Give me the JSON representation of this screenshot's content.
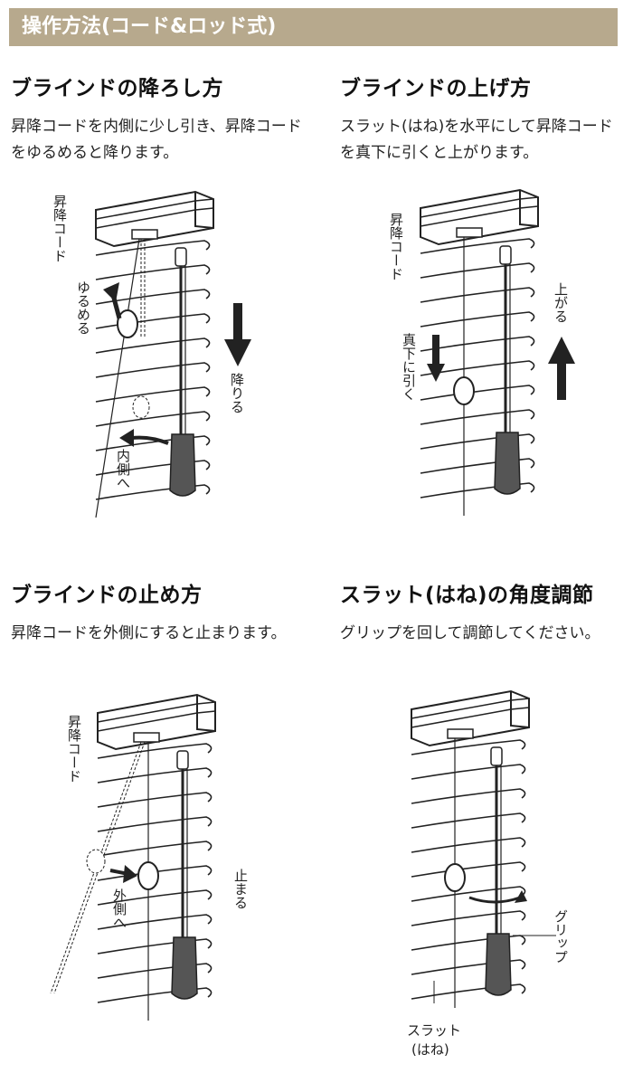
{
  "header": {
    "title": "操作方法(コード&ロッド式)"
  },
  "sections": [
    {
      "title": "ブラインドの降ろし方",
      "desc": "昇降コードを内側に少し引き、昇降コードをゆるめると降ります。",
      "labels": {
        "cord": "昇降コード",
        "loosen": "ゆるめる",
        "lower": "降りる",
        "inward": "内側へ"
      }
    },
    {
      "title": "ブラインドの上げ方",
      "desc": "スラット(はね)を水平にして昇降コードを真下に引くと上がります。",
      "labels": {
        "cord": "昇降コード",
        "pull": "真下に引く",
        "raise": "上がる"
      }
    },
    {
      "title": "ブラインドの止め方",
      "desc": "昇降コードを外側にすると止まります。",
      "labels": {
        "cord": "昇降コード",
        "outward": "外側へ",
        "stop": "止まる"
      }
    },
    {
      "title": "スラット(はね)の角度調節",
      "desc": "グリップを回して調節してください。",
      "labels": {
        "grip": "グリップ",
        "slat": "スラット",
        "slat_sub": "(はね)"
      }
    }
  ]
}
